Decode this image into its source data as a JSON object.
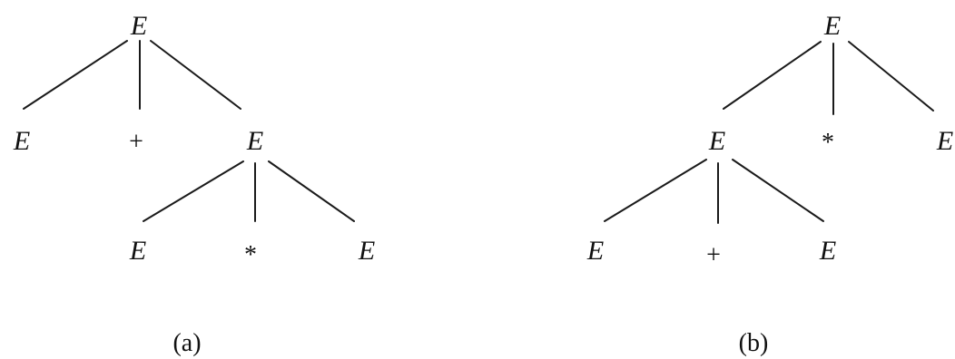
{
  "figure": {
    "trees": [
      {
        "caption": "(a)",
        "nodes": {
          "root": "E",
          "left": "E",
          "plus": "+",
          "right": "E",
          "right_left": "E",
          "right_times": "*",
          "right_right": "E"
        }
      },
      {
        "caption": "(b)",
        "nodes": {
          "root": "E",
          "left": "E",
          "times": "*",
          "right": "E",
          "left_left": "E",
          "left_plus": "+",
          "left_right": "E"
        }
      }
    ]
  }
}
